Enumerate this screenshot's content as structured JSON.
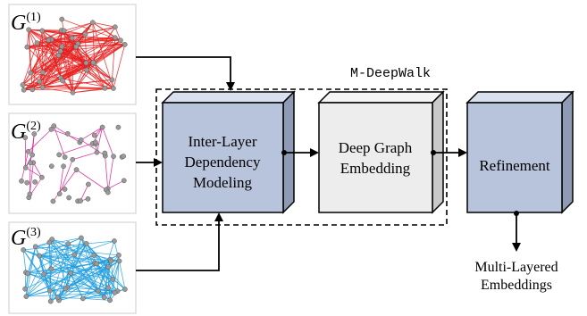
{
  "layers": [
    {
      "label_main": "G",
      "label_sup": "(1)",
      "color": "#e8201f",
      "dot_color": "#9a9a9a"
    },
    {
      "label_main": "G",
      "label_sup": "(2)",
      "color": "#d81b8f",
      "dot_color": "#9a9a9a"
    },
    {
      "label_main": "G",
      "label_sup": "(3)",
      "color": "#1e9fe0",
      "dot_color": "#9a9a9a"
    }
  ],
  "frame_label": "M-DeepWalk",
  "blocks": {
    "inter_layer": {
      "line1": "Inter-Layer",
      "line2": "Dependency",
      "line3": "Modeling",
      "color": "#b8c4db"
    },
    "deep_graph": {
      "line1": "Deep Graph",
      "line2": "Embedding",
      "color": "#ededed"
    },
    "refinement": {
      "line1": "Refinement",
      "color": "#b8c4db"
    }
  },
  "output": {
    "line1": "Multi-Layered",
    "line2": "Embeddings"
  }
}
